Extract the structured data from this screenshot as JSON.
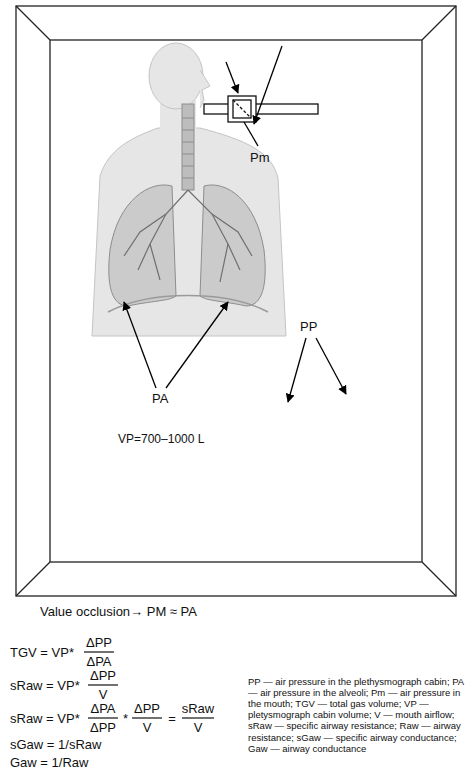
{
  "diagram": {
    "labels": [
      "Pm",
      "PA",
      "PP",
      "VP=700–1000 L",
      "Value occlusion→ PM ≈ PA",
      "TGV = VP*",
      "ΔPP",
      "ΔPA",
      "sRaw = VP*",
      "ΔPP",
      "V",
      "sRaw = VP*",
      "ΔPA",
      "ΔPP",
      "*",
      "ΔPP",
      "V",
      "=",
      "sRaw",
      "V",
      "sGaw = 1/sRaw",
      "Gaw = 1/Raw",
      "PP — air pressure in the plethysmograph cabin; PA — air pressure in the alveoli; Pm — air pressure in the mouth; TGV — total gas volume; VP — pletysmograph cabin volume; V — mouth airflow; sRaw — specific airway resistance; Raw — airway resistance; sGaw — specific airway conductance; Gaw — airway conductance"
    ]
  }
}
